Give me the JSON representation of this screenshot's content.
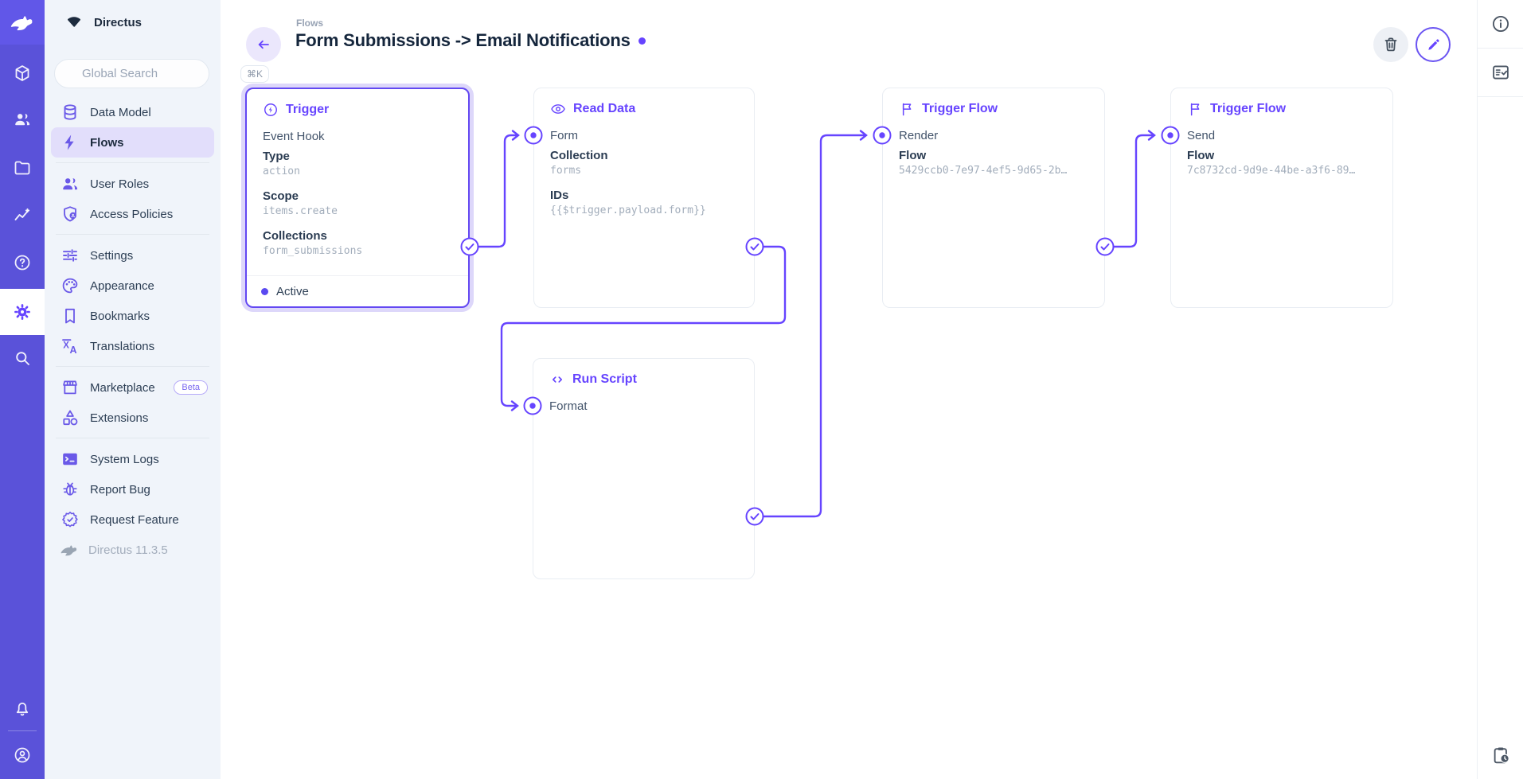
{
  "colors": {
    "accent": "#6644ff",
    "rail_bg": "#5a52d9",
    "rail_logo_bg": "#6157e8",
    "sidebar_bg": "#f0f4fa",
    "active_item_bg": "#e2defb",
    "trigger_halo": "#ddd7fa",
    "title_text": "#15263c",
    "mono_value_text": "#a2adbb"
  },
  "rail": {
    "icons": [
      "rabbit-logo",
      "box",
      "people",
      "folder",
      "insights",
      "help",
      "settings",
      "search"
    ],
    "bottom_icons": [
      "notifications",
      "account"
    ]
  },
  "sidebar": {
    "project_name": "Directus",
    "search": {
      "placeholder": "Global Search",
      "shortcut": "⌘K"
    },
    "items": [
      {
        "label": "Data Model",
        "icon": "database"
      },
      {
        "label": "Flows",
        "icon": "bolt",
        "active": true
      },
      {
        "label": "User Roles",
        "icon": "people"
      },
      {
        "label": "Access Policies",
        "icon": "shield-user"
      },
      {
        "label": "Settings",
        "icon": "tune"
      },
      {
        "label": "Appearance",
        "icon": "palette"
      },
      {
        "label": "Bookmarks",
        "icon": "bookmark"
      },
      {
        "label": "Translations",
        "icon": "translate"
      },
      {
        "label": "Marketplace",
        "icon": "storefront",
        "badge": "Beta"
      },
      {
        "label": "Extensions",
        "icon": "category"
      },
      {
        "label": "System Logs",
        "icon": "terminal"
      },
      {
        "label": "Report Bug",
        "icon": "bug"
      },
      {
        "label": "Request Feature",
        "icon": "verified"
      },
      {
        "label": "Directus 11.3.5",
        "icon": "rabbit",
        "muted": true
      }
    ]
  },
  "header": {
    "breadcrumb": "Flows",
    "title": "Form Submissions -> Email Notifications"
  },
  "flow": {
    "nodes": [
      {
        "id": "trigger",
        "title": "Trigger",
        "icon": "bolt-circle",
        "subtitle": "Event Hook",
        "fields": [
          {
            "label": "Type",
            "value": "action"
          },
          {
            "label": "Scope",
            "value": "items.create"
          },
          {
            "label": "Collections",
            "value": "form_submissions"
          }
        ],
        "status": "Active"
      },
      {
        "id": "read-data",
        "title": "Read Data",
        "icon": "eye",
        "name": "Form",
        "fields": [
          {
            "label": "Collection",
            "value": "forms"
          },
          {
            "label": "IDs",
            "value": "{{$trigger.payload.form}}"
          }
        ]
      },
      {
        "id": "trigger-flow-render",
        "title": "Trigger Flow",
        "icon": "flag",
        "name": "Render",
        "fields": [
          {
            "label": "Flow",
            "value": "5429ccb0-7e97-4ef5-9d65-2b…"
          }
        ]
      },
      {
        "id": "trigger-flow-send",
        "title": "Trigger Flow",
        "icon": "flag",
        "name": "Send",
        "fields": [
          {
            "label": "Flow",
            "value": "7c8732cd-9d9e-44be-a3f6-89…"
          }
        ]
      },
      {
        "id": "run-script",
        "title": "Run Script",
        "icon": "code",
        "name": "Format",
        "fields": []
      }
    ]
  },
  "right_sidebar": {
    "icons": [
      "info",
      "fact-check",
      "clipboard-clock"
    ]
  }
}
